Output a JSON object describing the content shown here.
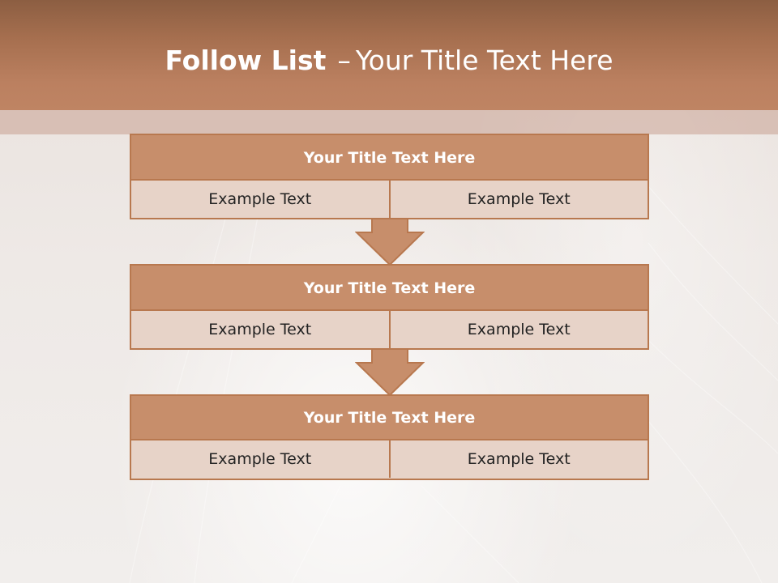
{
  "slide": {
    "title_bold": "Follow List",
    "title_dash": "–",
    "title_rest": "Your Title Text Here"
  },
  "blocks": [
    {
      "title": "Your Title Text Here",
      "left": "Example Text",
      "right": "Example Text"
    },
    {
      "title": "Your Title Text Here",
      "left": "Example Text",
      "right": "Example Text"
    },
    {
      "title": "Your Title Text Here",
      "left": "Example Text",
      "right": "Example Text"
    }
  ],
  "colors": {
    "header": "#bf8463",
    "block_title_fill": "#c78e6b",
    "block_body_fill": "#e7d3c8",
    "border": "#b8784f",
    "arrow_fill": "#c78e6b"
  },
  "icons": {
    "connector": "down-arrow-icon"
  }
}
